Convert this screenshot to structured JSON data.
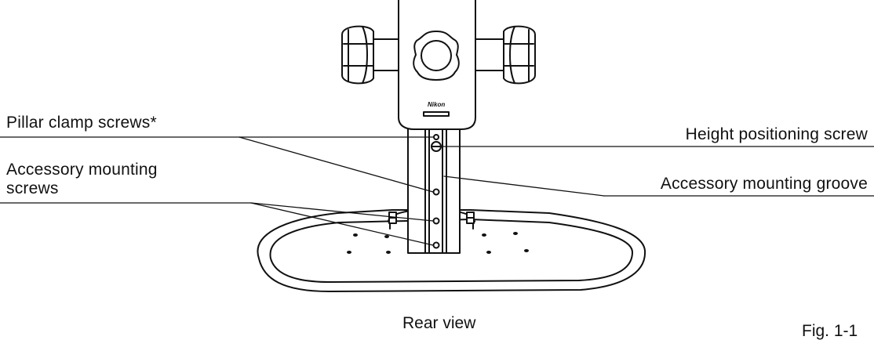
{
  "callouts": {
    "pillar_clamp_screws": "Pillar clamp screws*",
    "accessory_mounting_screws": "Accessory mounting\nscrews",
    "height_positioning_screw": "Height positioning screw",
    "accessory_mounting_groove": "Accessory mounting groove"
  },
  "caption": "Rear view",
  "figure_number": "Fig. 1-1",
  "logo": "Nikon"
}
